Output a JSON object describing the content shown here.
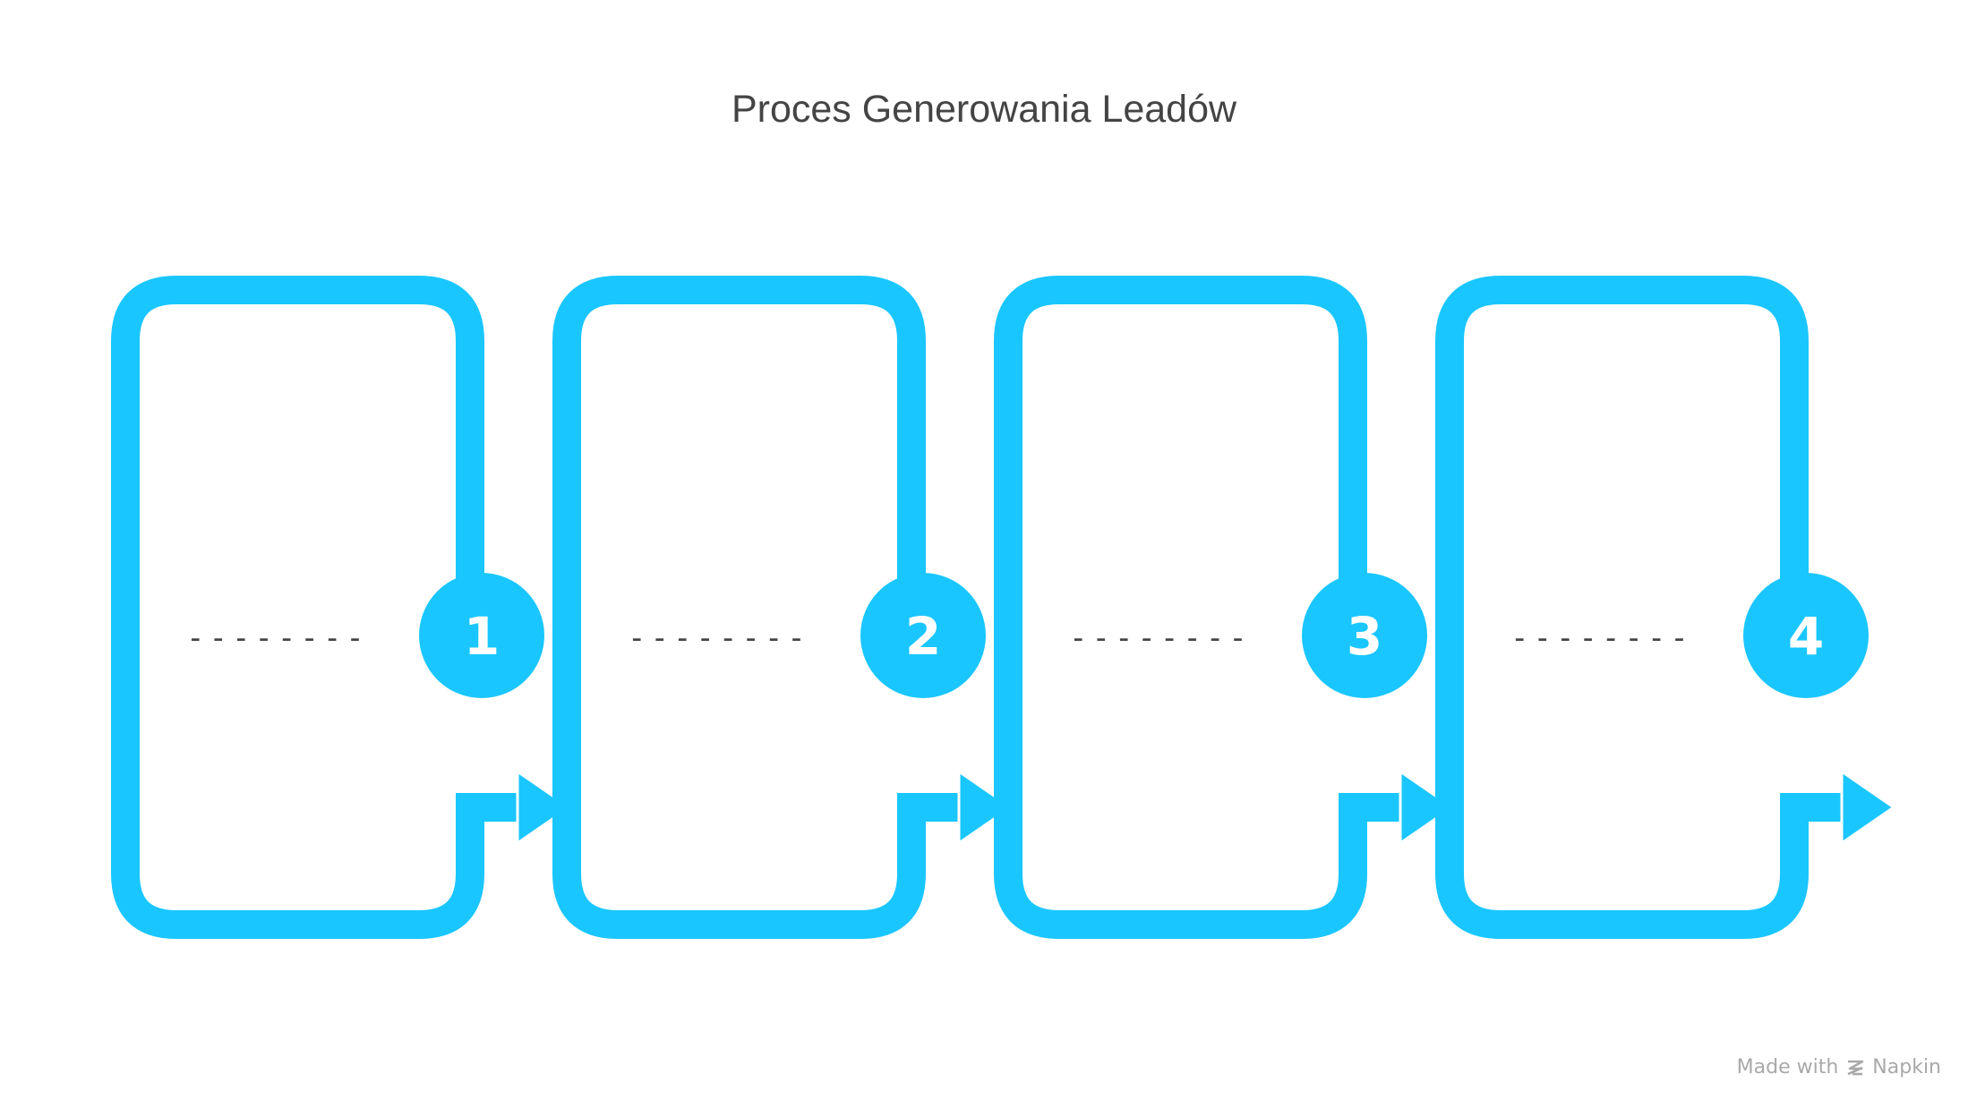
{
  "title": "Proces Generowania Leadów",
  "colors": {
    "accent": "#1AC6FF",
    "title_text": "#444444",
    "placeholder": "#444444",
    "watermark": "#A9A9A9"
  },
  "steps": [
    {
      "number": "1",
      "placeholder": "--------"
    },
    {
      "number": "2",
      "placeholder": "--------"
    },
    {
      "number": "3",
      "placeholder": "--------"
    },
    {
      "number": "4",
      "placeholder": "--------"
    }
  ],
  "watermark": {
    "prefix": "Made with",
    "brand": "Napkin",
    "icon": "napkin-logo-icon"
  }
}
